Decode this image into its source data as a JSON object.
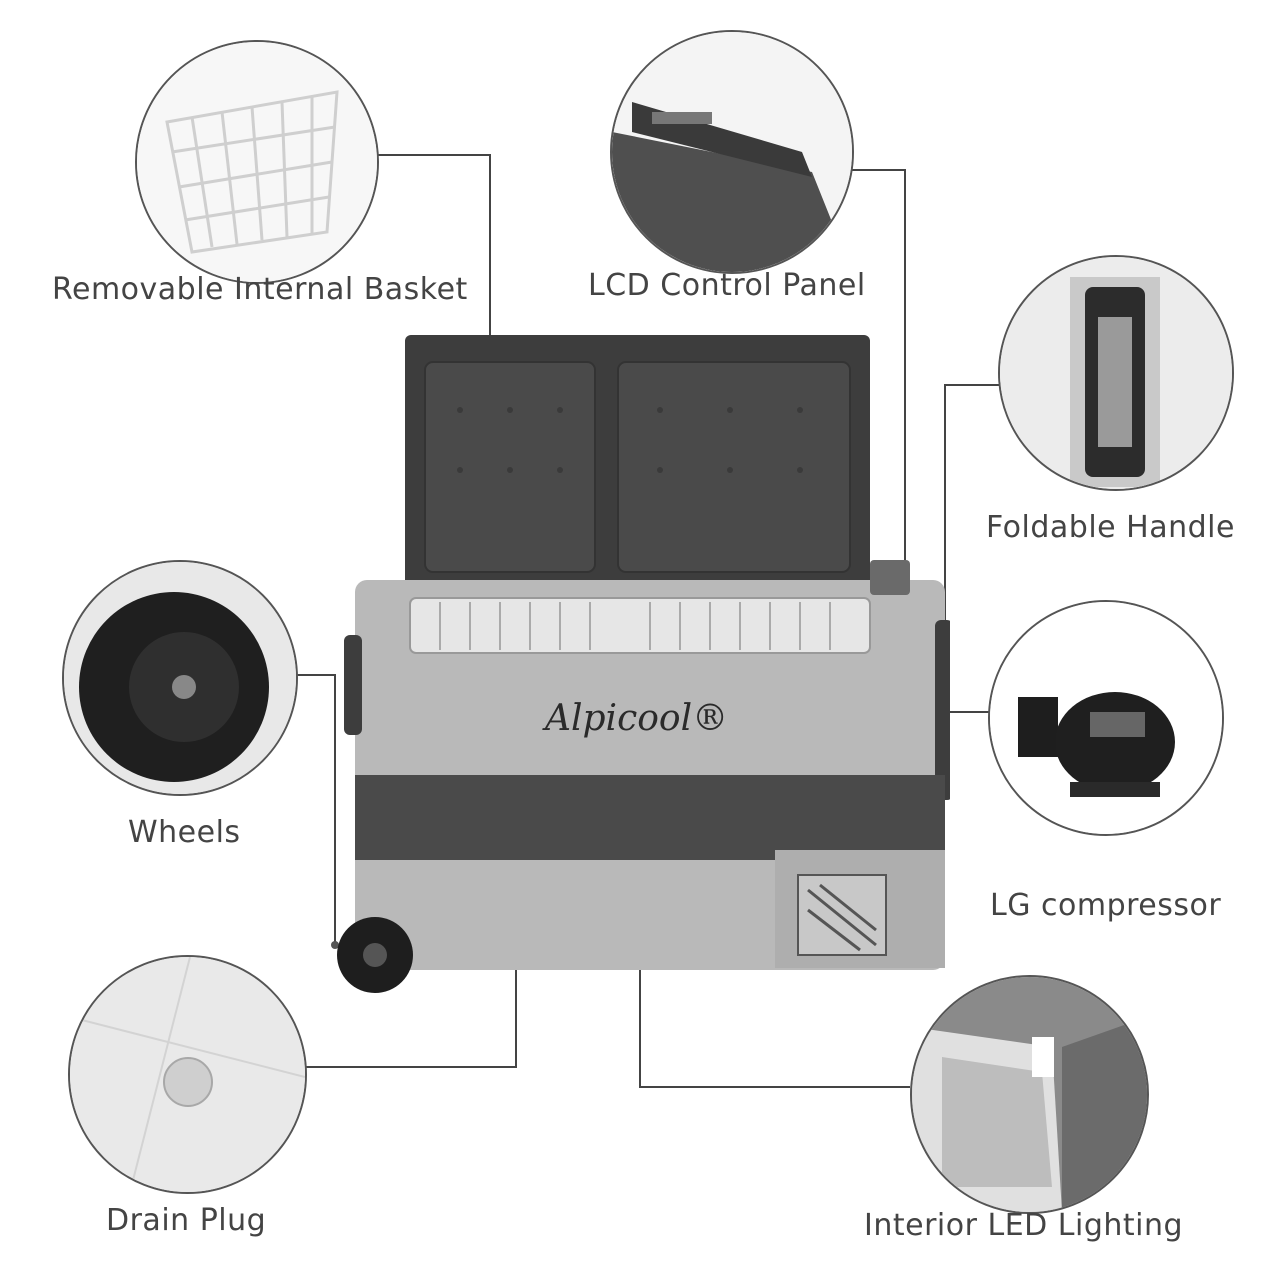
{
  "labels": {
    "basket": "Removable Internal Basket",
    "lcd": "LCD Control Panel",
    "handle": "Foldable Handle",
    "wheels": "Wheels",
    "compressor": "LG compressor",
    "drain": "Drain Plug",
    "led": "Interior LED Lighting"
  },
  "brand": {
    "logo_text": "Alpicool®"
  },
  "colors": {
    "body_grey": "#b9b9b9",
    "dark_grey": "#4a4a4a",
    "line": "#444444"
  }
}
